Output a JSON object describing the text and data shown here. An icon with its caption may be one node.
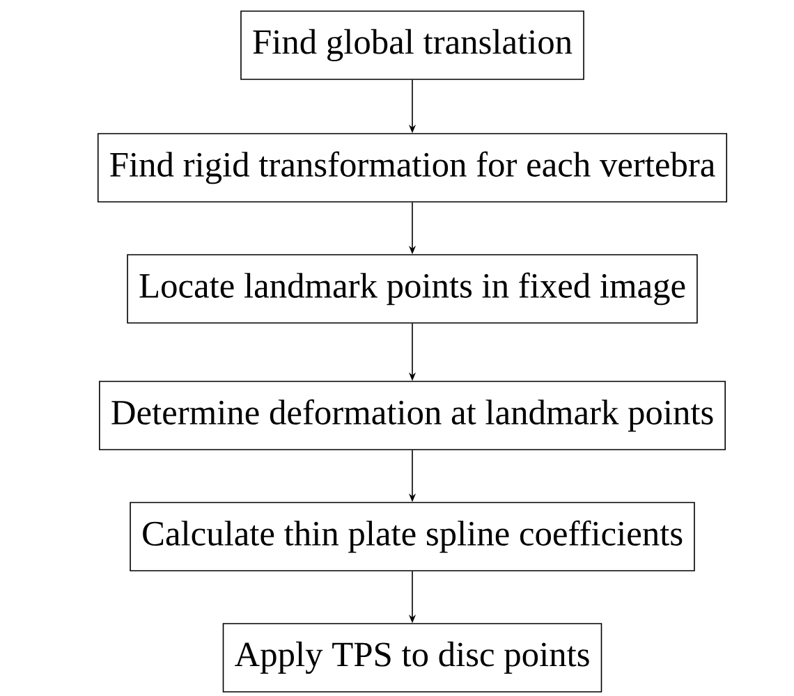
{
  "diagram": {
    "nodes": [
      {
        "text": [
          "Find global translation"
        ]
      },
      {
        "text": [
          "Find rigid transformation for each vertebra"
        ]
      },
      {
        "text": [
          "Locate landmark points in fixed image"
        ]
      },
      {
        "text": [
          "Determine deformation at landmark points"
        ]
      },
      {
        "text": [
          "Calculate thin plate spline coefficients"
        ]
      },
      {
        "text": [
          "Apply TPS to disc points"
        ]
      }
    ],
    "edges": [
      {
        "from": 0,
        "to": 1,
        "arrow": "to"
      },
      {
        "from": 1,
        "to": 2,
        "arrow": "to"
      },
      {
        "from": 2,
        "to": 3,
        "arrow": "to"
      },
      {
        "from": 3,
        "to": 4,
        "arrow": "to"
      },
      {
        "from": 4,
        "to": 5,
        "arrow": "to"
      }
    ]
  }
}
